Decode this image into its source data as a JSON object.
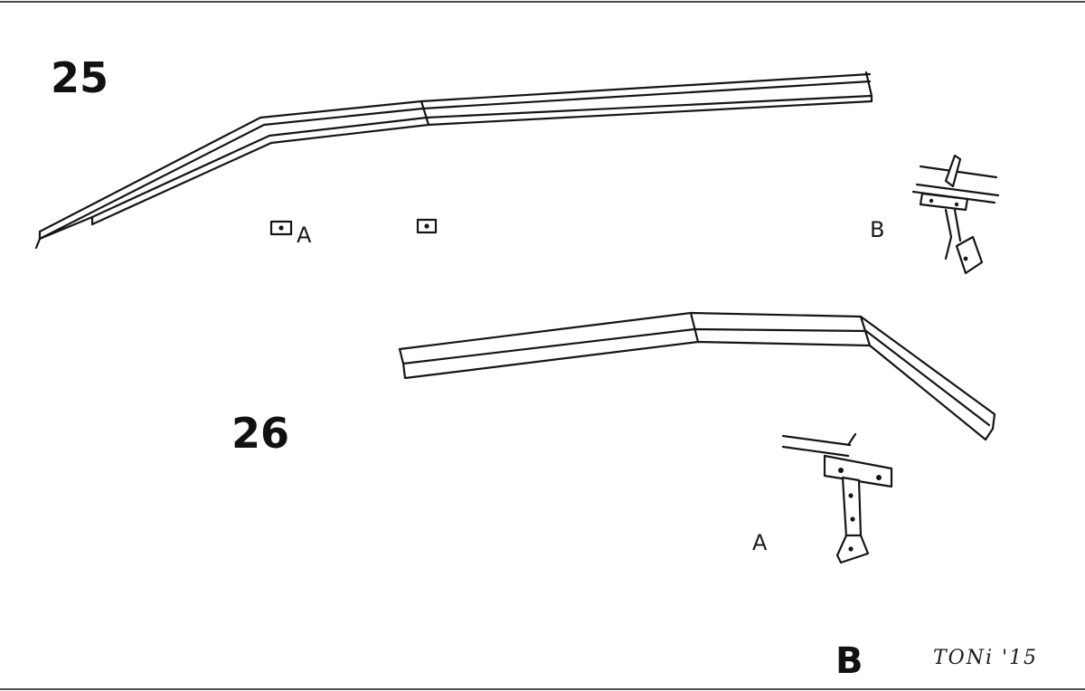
{
  "steps": [
    {
      "number": "25"
    },
    {
      "number": "26"
    }
  ],
  "labels": {
    "step25_part_a": "A",
    "step25_part_b": "B",
    "step26_part_a": "A",
    "bottom_part_b": "B"
  },
  "signature": "TONi '15",
  "colors": {
    "ink": "#151515",
    "paper": "#ffffff"
  }
}
